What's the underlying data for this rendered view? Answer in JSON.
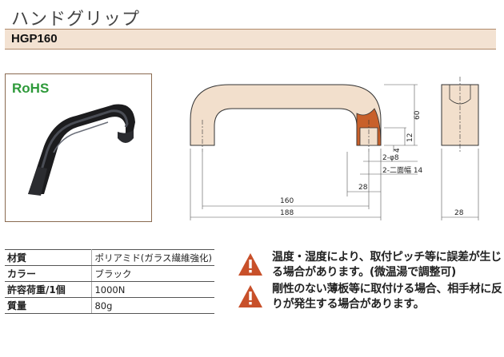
{
  "header": {
    "title": "ハンドグリップ",
    "model": "HGP160"
  },
  "photo": {
    "rohs_label": "RoHS"
  },
  "drawing": {
    "dims": {
      "height": "60",
      "d12": "12",
      "d4": "4",
      "hole": "2-φ8",
      "flats": "2-二面幅 14",
      "d28_bottom": "28",
      "d160": "160",
      "d188": "188",
      "d28_side": "28"
    }
  },
  "specs": [
    {
      "label": "材質",
      "value": "ポリアミド(ガラス繊維強化)"
    },
    {
      "label": "カラー",
      "value": "ブラック"
    },
    {
      "label": "許容荷重/1個",
      "value": "1000N"
    },
    {
      "label": "質量",
      "value": "80g"
    }
  ],
  "warnings": [
    {
      "text": "温度・湿度により、取付ピッチ等に誤差が生じる場合があります。(微温湯で調整可)"
    },
    {
      "text": "剛性のない薄板等に取付ける場合、相手材に反りが発生する場合があります。"
    }
  ],
  "colors": {
    "accent_bar": "#f3e2d2",
    "part_fill": "#f2dfcc",
    "section_fill": "#c8602a",
    "rohs_green": "#2e9a3a",
    "warning_red": "#c8502a"
  }
}
